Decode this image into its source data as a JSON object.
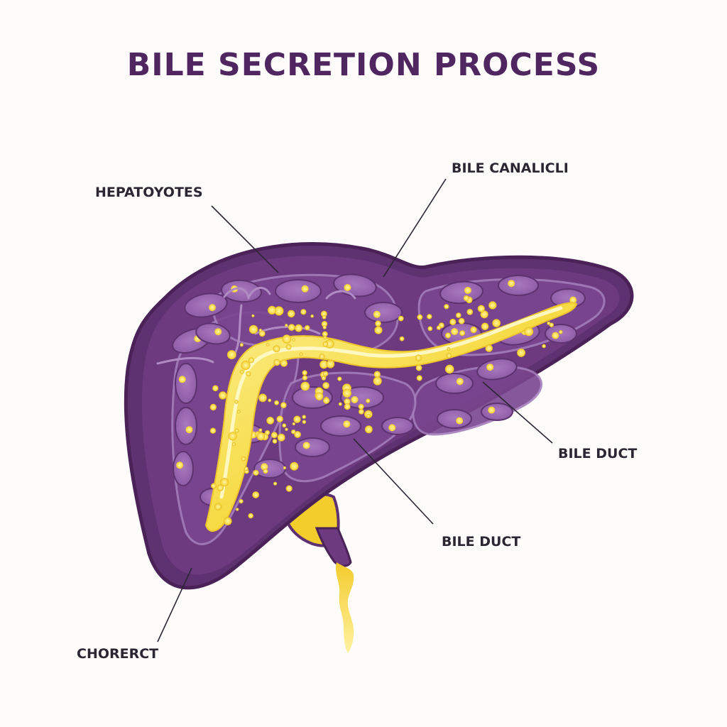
{
  "diagram": {
    "title": "BILE SECRETION PROCESS",
    "labels": {
      "hepatocytes": "HEPATOYOTES",
      "bile_canalicli": "BILE CANALICLI",
      "bile_duct_right": "BILE DUCT",
      "bile_duct_lower": "BILE DUCT",
      "chorerct": "CHORERCT"
    },
    "colors": {
      "title": "#4f2660",
      "liver_outer": "#5e3270",
      "liver_body": "#6d3a80",
      "lobule": "#7a4690",
      "cell": "#9a68b0",
      "bile": "#f5d63a",
      "bile_light": "#fbef8f",
      "leader_line": "#2c2632"
    }
  }
}
